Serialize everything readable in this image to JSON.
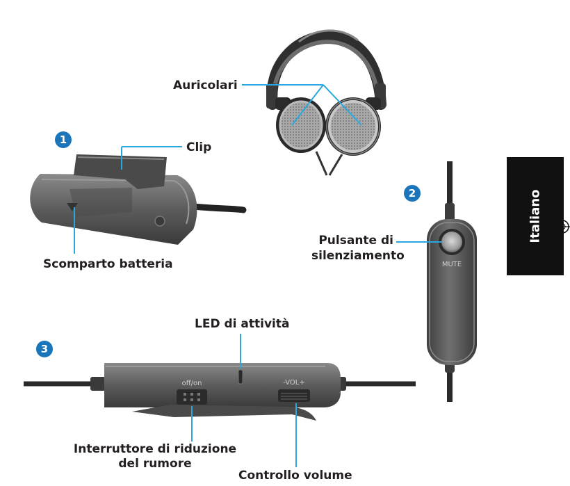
{
  "labels": {
    "auricolari": "Auricolari",
    "clip": "Clip",
    "scomparto_batteria": "Scomparto batteria",
    "pulsante_line1": "Pulsante di",
    "pulsante_line2": "silenziamento",
    "led": "LED di attività",
    "interruttore_line1": "Interruttore di riduzione",
    "interruttore_line2": "del rumore",
    "controllo_volume": "Controllo volume"
  },
  "badges": {
    "one": "1",
    "two": "2",
    "three": "3"
  },
  "device_marks": {
    "mute": "MUTE",
    "off_on": "off/on",
    "vol": "-VOL+"
  },
  "side_tab": {
    "language": "Italiano"
  },
  "colors": {
    "accent_blue": "#1b75bb",
    "leader_blue": "#29a8e0",
    "tab_black": "#111111",
    "device_gray": "#5a5a5a"
  }
}
